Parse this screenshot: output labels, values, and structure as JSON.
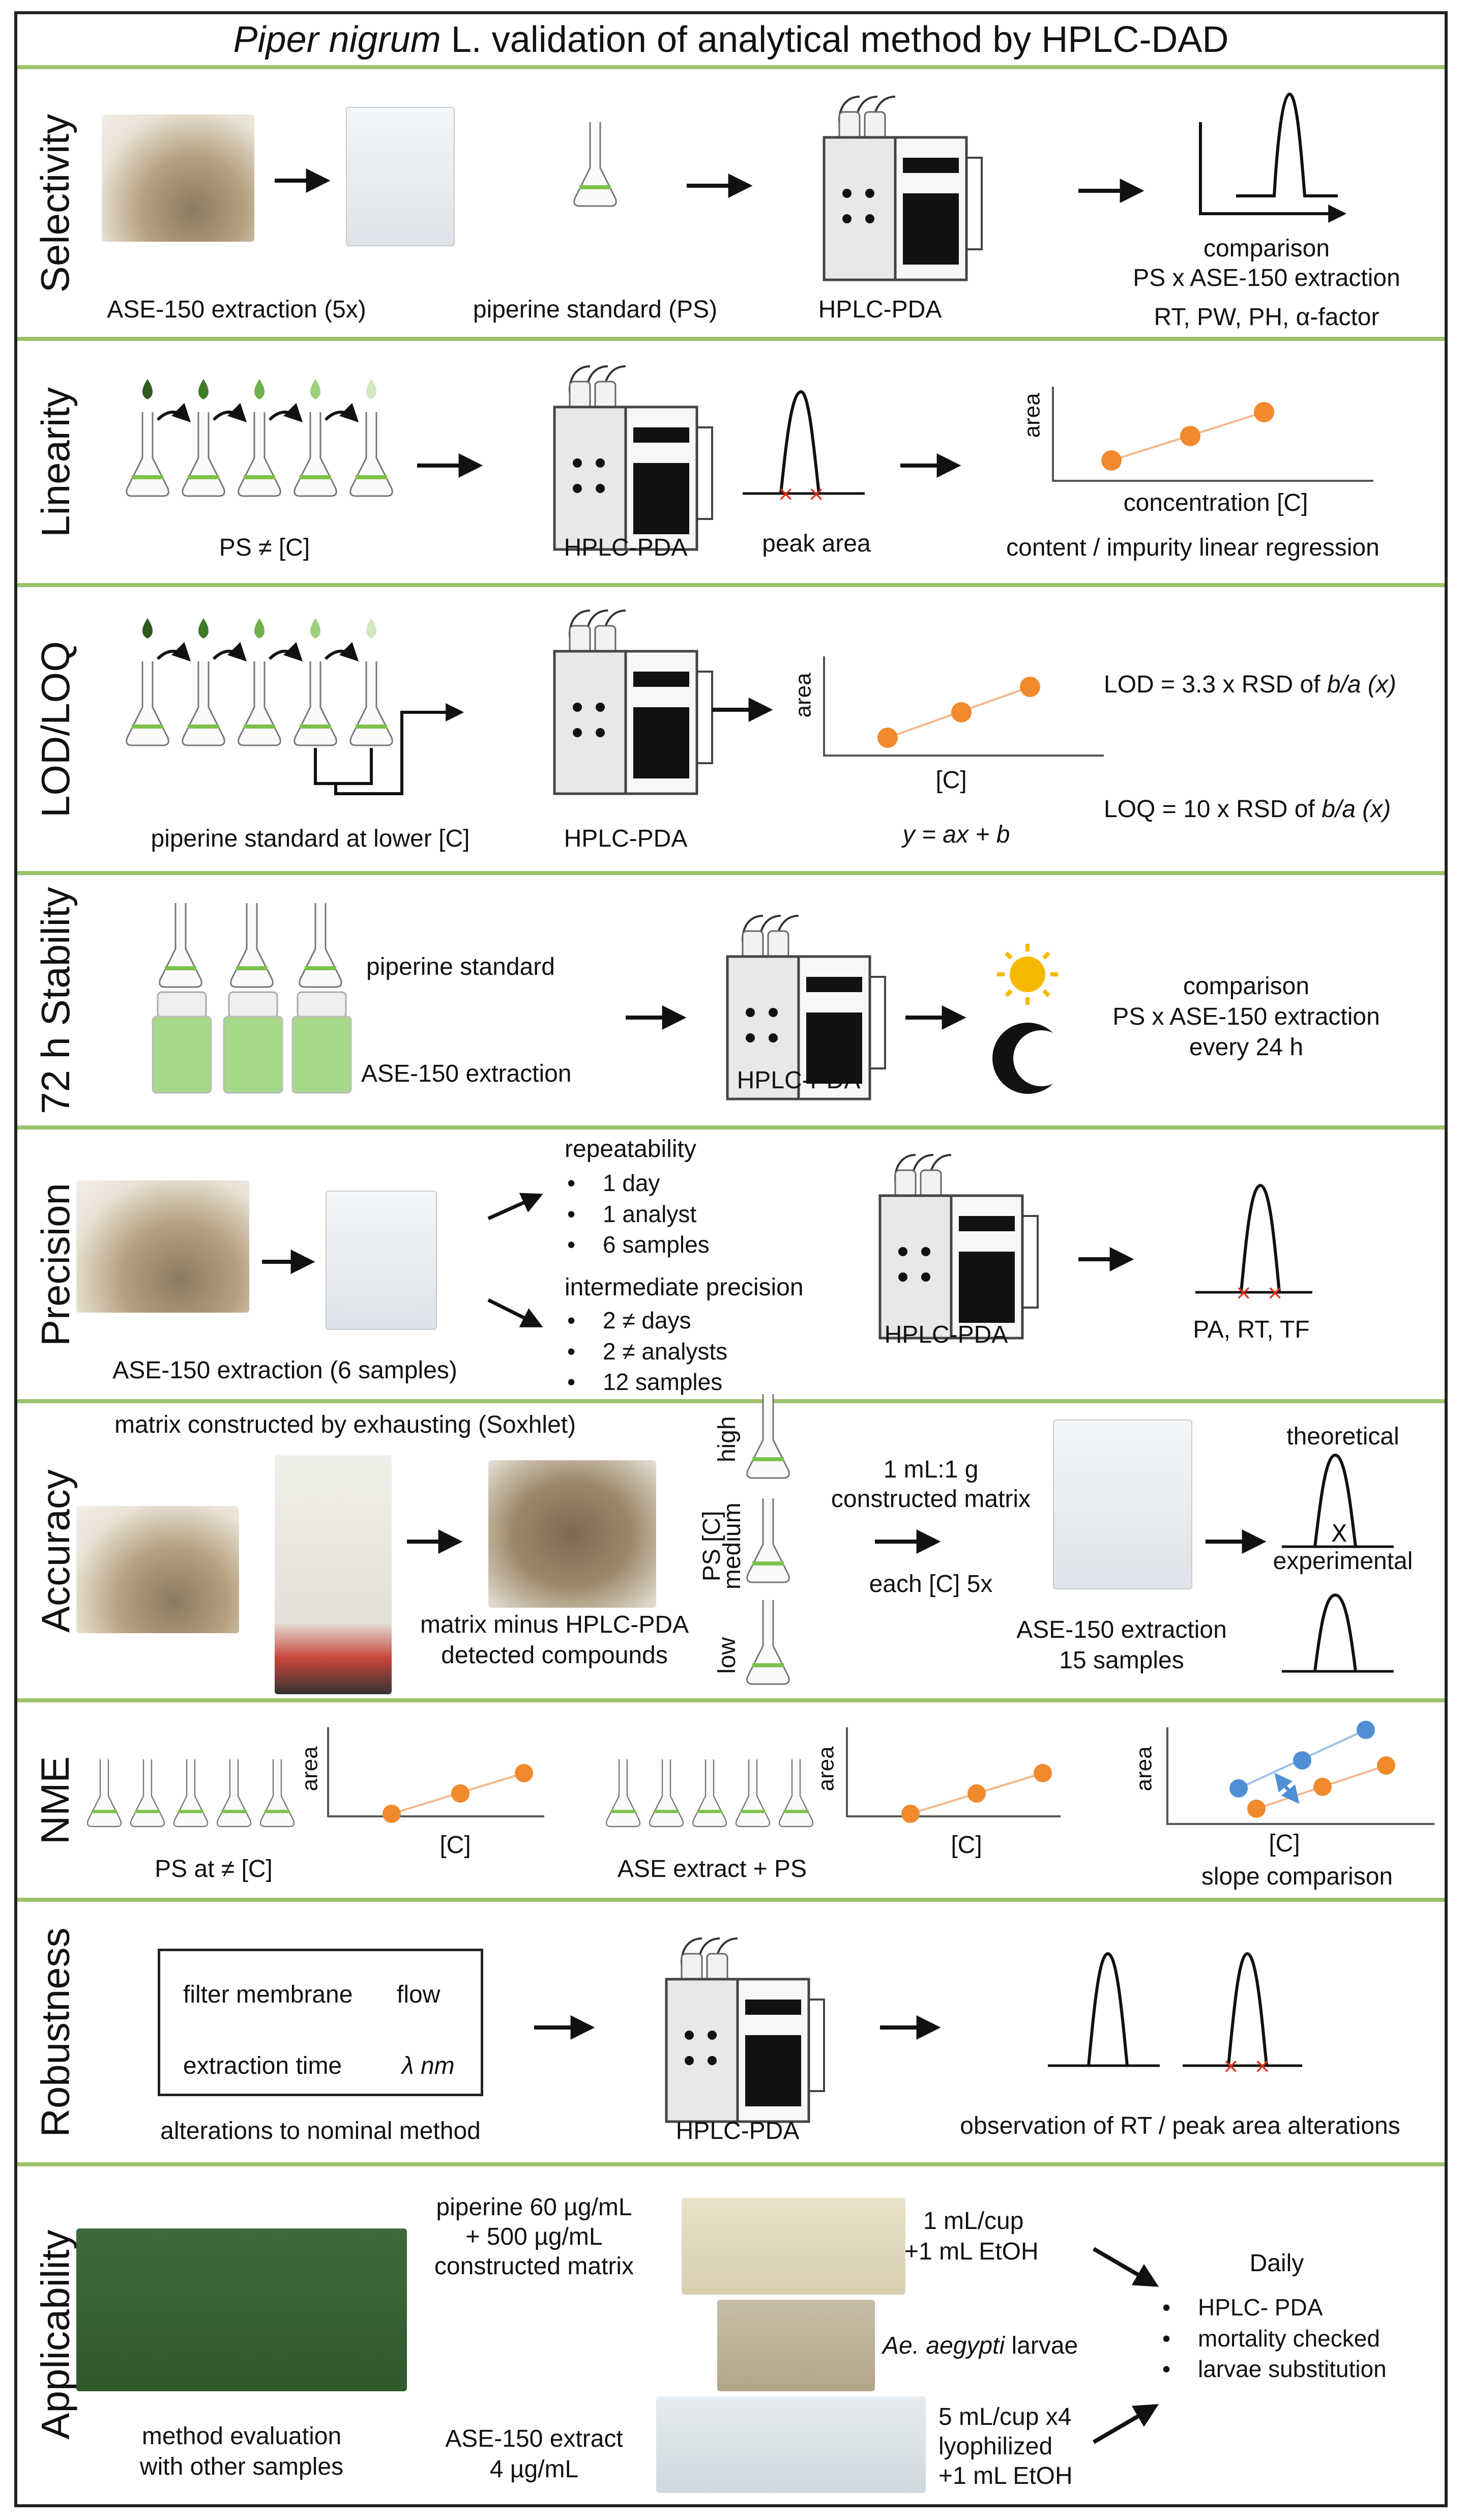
{
  "title": {
    "italic": "Piper nigrum",
    "rest": " L. validation of analytical method by HPLC-DAD"
  },
  "rows": {
    "selectivity": {
      "label": "Selectivity",
      "ase": "ASE-150 extraction (5x)",
      "ps": "piperine standard (PS)",
      "hplc": "HPLC-PDA",
      "cmp1": "comparison",
      "cmp2": "PS x ASE-150 extraction",
      "cmp3": "RT, PW, PH, α-factor"
    },
    "linearity": {
      "label": "Linearity",
      "ps": "PS ≠ [C]",
      "hplc": "HPLC-PDA",
      "peak": "peak area",
      "ylabel": "area",
      "xlabel": "concentration [C]",
      "reg": "content / impurity linear regression"
    },
    "lodloq": {
      "label": "LOD/LOQ",
      "ps": "piperine standard at lower [C]",
      "hplc": "HPLC-PDA",
      "ylabel": "area",
      "xlabel": "[C]",
      "eq": "y = ax + b",
      "lod_prefix": "LOD = 3.3 x RSD of ",
      "loq_prefix": "LOQ = 10 x RSD of ",
      "ba": "b/a (x)"
    },
    "stability": {
      "label": "72 h Stability",
      "ps": "piperine standard",
      "ase": "ASE-150 extraction",
      "hplc": "HPLC-PDA",
      "cmp1": "comparison",
      "cmp2": "PS x ASE-150 extraction",
      "cmp3": "every 24 h"
    },
    "precision": {
      "label": "Precision",
      "ase": "ASE-150 extraction (6 samples)",
      "rep": "repeatability",
      "rep_items": [
        "1 day",
        "1 analyst",
        "6 samples"
      ],
      "inter": "intermediate precision",
      "inter_items": [
        "2 ≠ days",
        "2 ≠ analysts",
        "12 samples"
      ],
      "hplc": "HPLC-PDA",
      "res": "PA, RT, TF"
    },
    "accuracy": {
      "label": "Accuracy",
      "matrix": "matrix constructed by exhausting (Soxhlet)",
      "minus1": "matrix minus HPLC-PDA",
      "minus2": "detected compounds",
      "ps": "PS [C]",
      "high": "high",
      "medium": "medium",
      "low": "low",
      "ratio1": "1 mL:1 g",
      "ratio2": "constructed matrix",
      "each": "each [C] 5x",
      "ase1": "ASE-150 extraction",
      "ase2": "15 samples",
      "theo": "theoretical",
      "exp": "experimental"
    },
    "nme": {
      "label": "NME",
      "ps": "PS at ≠ [C]",
      "ase": "ASE extract + PS",
      "ylabel": "area",
      "xlabel": "[C]",
      "slope": "slope comparison"
    },
    "robustness": {
      "label": "Robustness",
      "filter": "filter membrane",
      "flow": "flow",
      "time": "extraction time",
      "nm": "λ nm",
      "alt": "alterations to nominal method",
      "hplc": "HPLC-PDA",
      "obs": "observation of RT / peak area alterations"
    },
    "applicability": {
      "label": "Applicability",
      "eval1": "method evaluation",
      "eval2": "with other samples",
      "pip1": "piperine 60 µg/mL",
      "pip2": "+ 500 µg/mL",
      "pip3": "constructed matrix",
      "ase1": "ASE-150 extract",
      "ase2": "4 µg/mL",
      "cup1": "1 mL/cup",
      "cup2": "+1 mL EtOH",
      "larvae": "Ae. aegypti",
      "larvae_rest": " larvae",
      "cup3": "5 mL/cup x4",
      "cup4": "lyophilized",
      "cup5": "+1 mL EtOH",
      "daily": "Daily",
      "daily_items": [
        "HPLC- PDA",
        "mortality checked",
        "larvae substitution"
      ]
    }
  },
  "colors": {
    "separator": "#9dc26a",
    "point": "#f08a2c",
    "blue_point": "#4f8fd6",
    "flask_liquid": "#7cc24a",
    "sun": "#f5b800"
  }
}
